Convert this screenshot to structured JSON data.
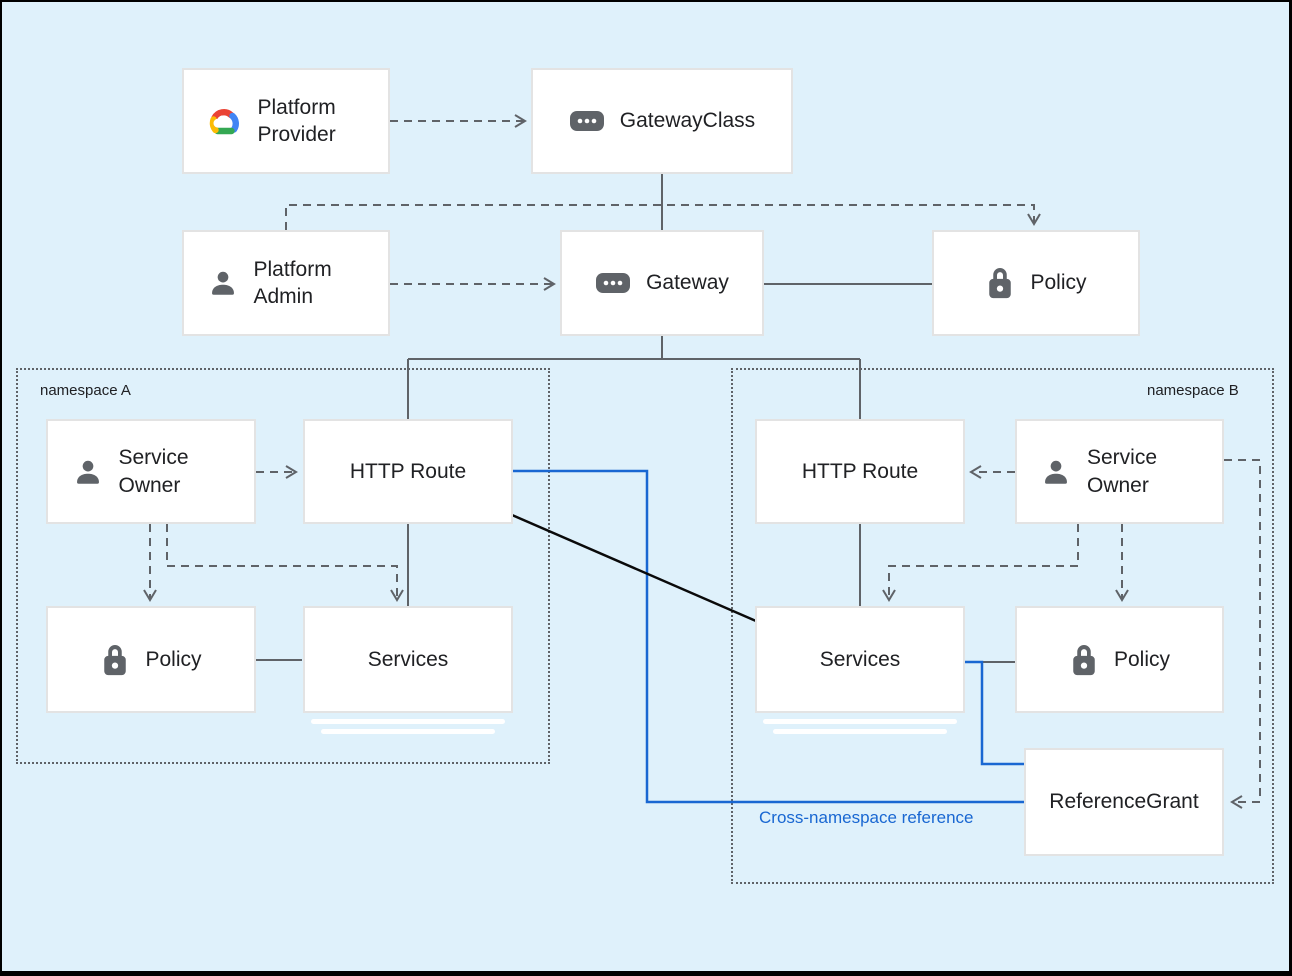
{
  "colors": {
    "canvas_background": "#dff1fb",
    "canvas_border": "#000000",
    "box_background": "#ffffff",
    "box_border": "#e3e3e3",
    "text": "#202124",
    "line_gray": "#5f6368",
    "line_blue": "#1967d2",
    "line_black": "#0a0a0a",
    "icon_gray": "#5f6368",
    "logo_red": "#ea4335",
    "logo_blue": "#4285f4",
    "logo_yellow": "#fbbc04",
    "logo_green": "#34a853"
  },
  "nodes": {
    "platform_provider": {
      "label": "Platform Provider",
      "icon": "google-cloud-icon"
    },
    "gateway_class": {
      "label": "GatewayClass",
      "icon": "resource-chip-icon"
    },
    "platform_admin": {
      "label": "Platform Admin",
      "icon": "person-icon"
    },
    "gateway": {
      "label": "Gateway",
      "icon": "resource-chip-icon"
    },
    "policy_top": {
      "label": "Policy",
      "icon": "lock-icon"
    },
    "service_owner_a": {
      "label": "Service Owner",
      "icon": "person-icon"
    },
    "http_route_a": {
      "label": "HTTP Route",
      "icon": null
    },
    "policy_a": {
      "label": "Policy",
      "icon": "lock-icon"
    },
    "services_a": {
      "label": "Services",
      "icon": null
    },
    "http_route_b": {
      "label": "HTTP Route",
      "icon": null
    },
    "service_owner_b": {
      "label": "Service Owner",
      "icon": "person-icon"
    },
    "services_b": {
      "label": "Services",
      "icon": null
    },
    "policy_b": {
      "label": "Policy",
      "icon": "lock-icon"
    },
    "reference_grant": {
      "label": "ReferenceGrant",
      "icon": null
    }
  },
  "groups": {
    "namespace_a": {
      "label": "namespace A"
    },
    "namespace_b": {
      "label": "namespace B"
    }
  },
  "annotations": {
    "cross_namespace": {
      "label": "Cross-namespace reference"
    }
  },
  "edges": [
    {
      "from": "platform_provider",
      "to": "gateway_class",
      "style": "dashed-arrow"
    },
    {
      "from": "gateway_class",
      "to": "gateway",
      "style": "solid"
    },
    {
      "from": "platform_admin",
      "to": "gateway",
      "style": "dashed-arrow"
    },
    {
      "from": "platform_admin",
      "to": "policy_top",
      "style": "dashed-arrow"
    },
    {
      "from": "gateway",
      "to": "policy_top",
      "style": "solid"
    },
    {
      "from": "gateway",
      "to": "http_route_a",
      "style": "solid"
    },
    {
      "from": "gateway",
      "to": "http_route_b",
      "style": "solid"
    },
    {
      "from": "service_owner_a",
      "to": "http_route_a",
      "style": "dashed-arrow"
    },
    {
      "from": "service_owner_a",
      "to": "policy_a",
      "style": "dashed-arrow"
    },
    {
      "from": "service_owner_a",
      "to": "services_a",
      "style": "dashed-arrow"
    },
    {
      "from": "http_route_a",
      "to": "services_a",
      "style": "solid"
    },
    {
      "from": "policy_a",
      "to": "services_a",
      "style": "solid"
    },
    {
      "from": "http_route_a",
      "to": "services_b",
      "style": "solid-black"
    },
    {
      "from": "http_route_a",
      "to": "reference_grant",
      "style": "solid-blue"
    },
    {
      "from": "service_owner_b",
      "to": "http_route_b",
      "style": "dashed-arrow"
    },
    {
      "from": "service_owner_b",
      "to": "services_b",
      "style": "dashed-arrow"
    },
    {
      "from": "service_owner_b",
      "to": "policy_b",
      "style": "dashed-arrow"
    },
    {
      "from": "service_owner_b",
      "to": "reference_grant",
      "style": "dashed-arrow"
    },
    {
      "from": "http_route_b",
      "to": "services_b",
      "style": "solid"
    },
    {
      "from": "services_b",
      "to": "policy_b",
      "style": "solid"
    },
    {
      "from": "services_b",
      "to": "reference_grant",
      "style": "solid-blue"
    }
  ]
}
